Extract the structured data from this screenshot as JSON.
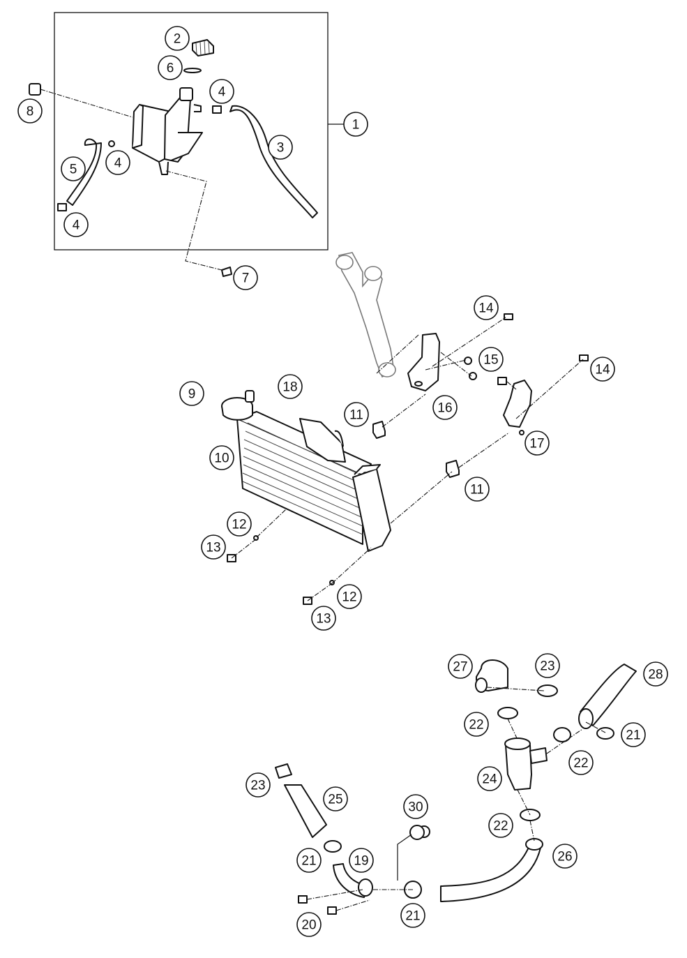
{
  "diagram": {
    "callouts": [
      {
        "id": "c1",
        "label": "1"
      },
      {
        "id": "c2",
        "label": "2"
      },
      {
        "id": "c3",
        "label": "3"
      },
      {
        "id": "c4a",
        "label": "4"
      },
      {
        "id": "c4b",
        "label": "4"
      },
      {
        "id": "c4c",
        "label": "4"
      },
      {
        "id": "c5",
        "label": "5"
      },
      {
        "id": "c6",
        "label": "6"
      },
      {
        "id": "c7",
        "label": "7"
      },
      {
        "id": "c8",
        "label": "8"
      },
      {
        "id": "c9",
        "label": "9"
      },
      {
        "id": "c10",
        "label": "10"
      },
      {
        "id": "c11a",
        "label": "11"
      },
      {
        "id": "c11b",
        "label": "11"
      },
      {
        "id": "c12a",
        "label": "12"
      },
      {
        "id": "c12b",
        "label": "12"
      },
      {
        "id": "c13a",
        "label": "13"
      },
      {
        "id": "c13b",
        "label": "13"
      },
      {
        "id": "c14a",
        "label": "14"
      },
      {
        "id": "c14b",
        "label": "14"
      },
      {
        "id": "c15",
        "label": "15"
      },
      {
        "id": "c16",
        "label": "16"
      },
      {
        "id": "c17",
        "label": "17"
      },
      {
        "id": "c18",
        "label": "18"
      },
      {
        "id": "c19",
        "label": "19"
      },
      {
        "id": "c20",
        "label": "20"
      },
      {
        "id": "c21a",
        "label": "21"
      },
      {
        "id": "c21b",
        "label": "21"
      },
      {
        "id": "c21c",
        "label": "21"
      },
      {
        "id": "c22a",
        "label": "22"
      },
      {
        "id": "c22b",
        "label": "22"
      },
      {
        "id": "c22c",
        "label": "22"
      },
      {
        "id": "c23a",
        "label": "23"
      },
      {
        "id": "c23b",
        "label": "23"
      },
      {
        "id": "c24",
        "label": "24"
      },
      {
        "id": "c25",
        "label": "25"
      },
      {
        "id": "c26",
        "label": "26"
      },
      {
        "id": "c27",
        "label": "27"
      },
      {
        "id": "c28",
        "label": "28"
      },
      {
        "id": "c30",
        "label": "30"
      }
    ]
  }
}
